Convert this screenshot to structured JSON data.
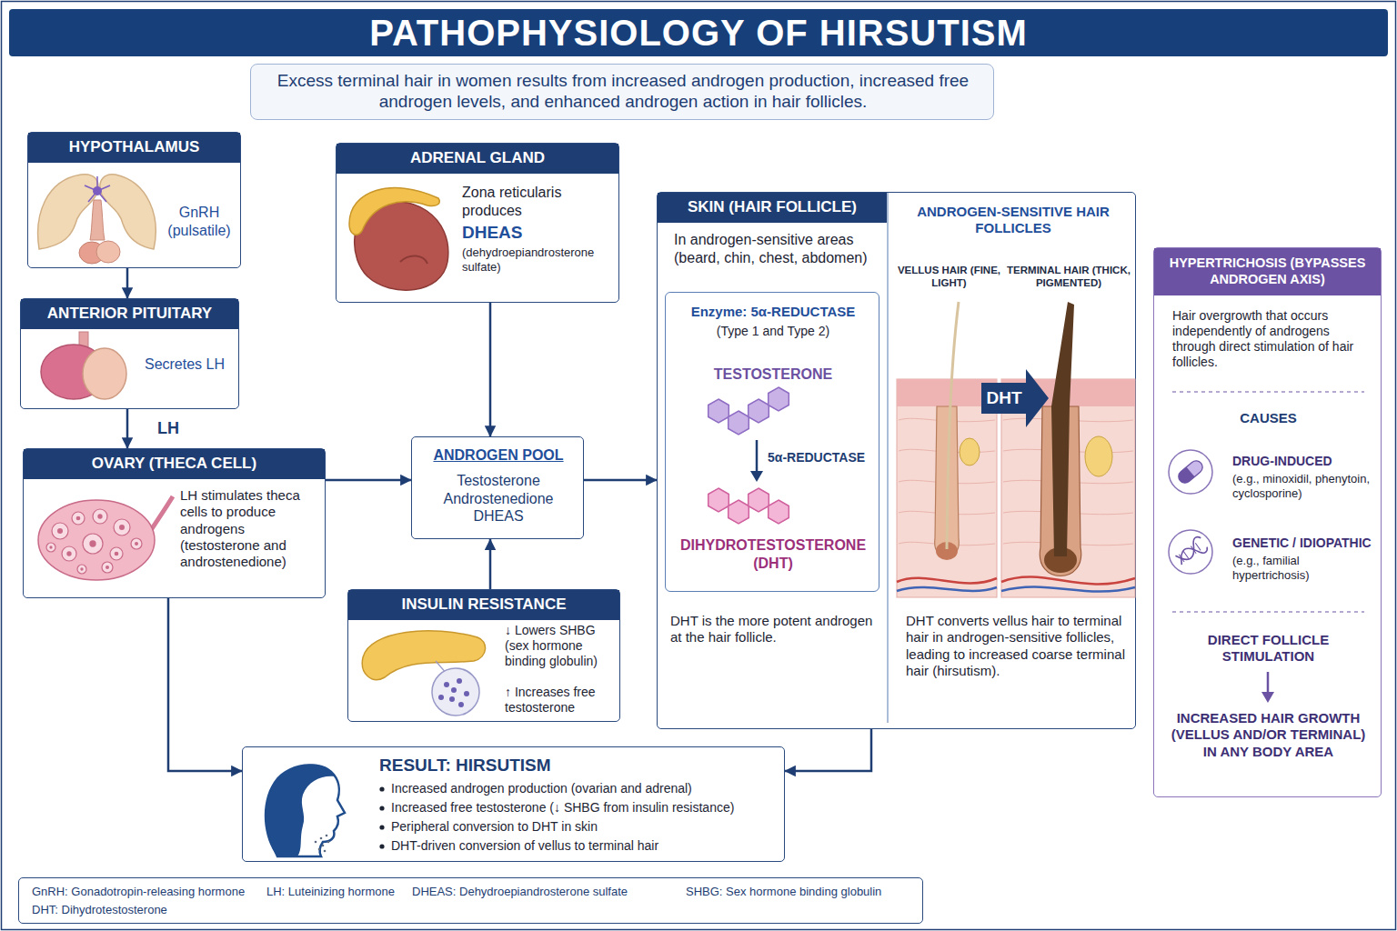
{
  "diagram": {
    "title": "PATHOPHYSIOLOGY OF HIRSUTISM",
    "nodes": [
      {
        "text": [
          "Excess terminal hair in women results from increased androgen production, increased free androgen levels, and enhanced androgen action in hair follicles."
        ]
      },
      {
        "text": [
          "HYPOTHALAMUS",
          "GnRH (pulsatile)"
        ]
      },
      {
        "text": [
          "ADRENAL GLAND",
          "Zona reticularis produces",
          "DHEAS",
          "(dehydroepiandrosterone sulfate)"
        ]
      },
      {
        "text": [
          "SKIN (HAIR FOLLICLE)",
          "In androgen-sensitive areas (beard, chin, chest, abdomen)",
          "DHT is the more potent androgen at the hair follicle."
        ]
      },
      {
        "text": [
          "Enzyme: 5α-REDUCTASE",
          "(Type 1 and Type 2)",
          "TESTOSTERONE",
          "5α-REDUCTASE",
          "DIHYDROTESTOSTERONE (DHT)"
        ],
        "in": 3
      },
      {
        "text": [
          "ANDROGEN-SENSITIVE HAIR FOLLICLES",
          "VELLUS HAIR (FINE, LIGHT)",
          "TERMINAL HAIR (THICK, PIGMENTED)",
          "DHT",
          "DHT converts vellus hair to terminal hair in androgen-sensitive follicles, leading to increased coarse terminal hair (hirsutism)."
        ],
        "in": 3
      },
      {
        "text": [
          "HYPERTRICHOSIS (BYPASSES ANDROGEN AXIS)",
          "Hair overgrowth that occurs independently of androgens through direct stimulation of hair follicles.",
          "CAUSES",
          "DRUG-INDUCED",
          "(e.g., minoxidil, phenytoin, cyclosporine)",
          "GENETIC / IDIOPATHIC",
          "(e.g., familial hypertrichosis)",
          "DIRECT FOLLICLE STIMULATION",
          "INCREASED HAIR GROWTH (VELLUS AND/OR TERMINAL) IN ANY BODY AREA"
        ]
      },
      {
        "text": [
          "ANTERIOR PITUITARY",
          "Secretes LH"
        ]
      },
      {
        "text": [
          "OVARY (THECA CELL)",
          "LH stimulates theca cells to produce androgens (testosterone and androstenedione)"
        ]
      },
      {
        "text": [
          "ANDROGEN POOL",
          "Testosterone Androstenedione DHEAS"
        ]
      },
      {
        "text": [
          "INSULIN RESISTANCE",
          "↓ Lowers SHBG (sex hormone binding globulin)",
          "↑ Increases free testosterone"
        ]
      },
      {
        "text": [
          "RESULT: HIRSUTISM",
          "Increased androgen production (ovarian and adrenal)",
          "Increased free testosterone (↓ SHBG from insulin resistance)",
          "Peripheral conversion to DHT in skin",
          "DHT-driven conversion of vellus to terminal hair"
        ]
      },
      {
        "text": [
          "GnRH: Gonadotropin-releasing hormone",
          "LH: Luteinizing hormone",
          "DHEAS: Dehydroepiandrosterone sulfate",
          "SHBG: Sex hormone binding globulin",
          "DHT: Dihydrotestosterone"
        ]
      }
    ],
    "edges": [
      {
        "from": 1,
        "to": 7,
        "arrow": "to"
      },
      {
        "from": 7,
        "to": 8,
        "label": "LH",
        "arrow": "to"
      },
      {
        "from": 8,
        "to": 9,
        "arrow": "to"
      },
      {
        "from": 2,
        "to": 9,
        "arrow": "to"
      },
      {
        "from": 10,
        "to": 9,
        "arrow": "to"
      },
      {
        "from": 9,
        "to": 3,
        "arrow": "to"
      },
      {
        "from": 8,
        "to": 11,
        "arrow": "to"
      },
      {
        "from": 3,
        "to": 11,
        "arrow": "to"
      }
    ]
  }
}
